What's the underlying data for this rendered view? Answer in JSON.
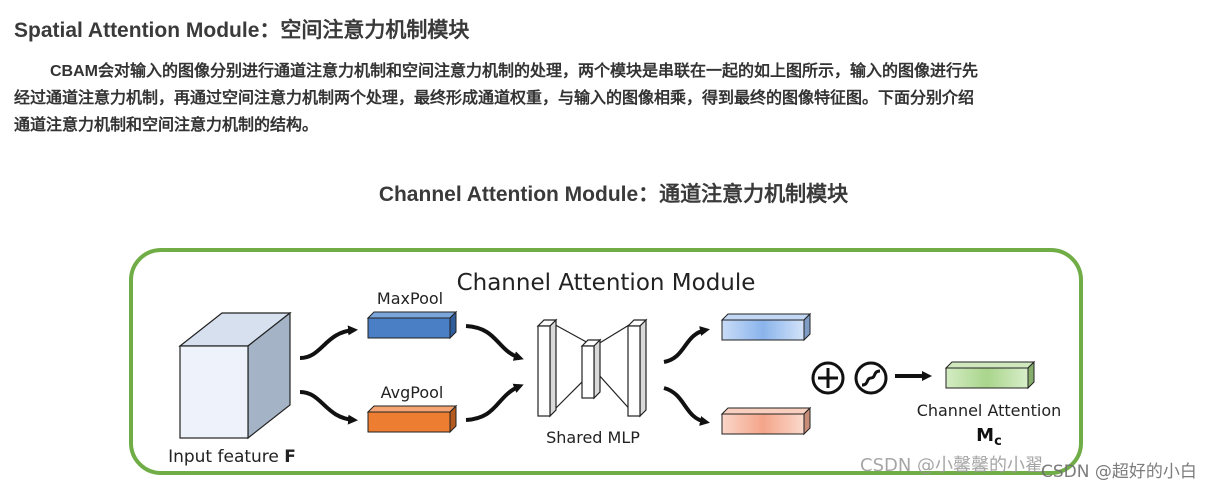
{
  "section_1": {
    "title": "Spatial Attention Module：空间注意力机制模块",
    "paragraph_lines": [
      "CBAM会对输入的图像分别进行通道注意力机制和空间注意力机制的处理，两个模块是串联在一起的如上图所示，输入的图像进行先",
      "经过通道注意力机制，再通过空间注意力机制两个处理，最终形成通道权重，与输入的图像相乘，得到最终的图像特征图。下面分别介绍",
      "通道注意力机制和空间注意力机制的结构。"
    ]
  },
  "section_2": {
    "title": "Channel Attention Module：通道注意力机制模块"
  },
  "figure": {
    "title": "Channel Attention Module",
    "input_label": "Input feature ",
    "input_symbol": "F",
    "maxpool_label": "MaxPool",
    "avgpool_label": "AvgPool",
    "mlp_label": "Shared MLP",
    "output_label": "Channel Attention",
    "output_symbol": "M",
    "output_subscript": "c",
    "plus_symbol": "⊕",
    "colors": {
      "border": "#70ad47",
      "input_cube_front": "#eef3fb",
      "input_cube_top": "#d6e0ef",
      "input_cube_side": "#a5b3c7",
      "maxpool_front": "#4a7fc6",
      "avgpool_front": "#ed7d31",
      "mlp_out_top_front": "#a9c8f0",
      "mlp_out_bottom_front": "#f7b79e",
      "output_front": "#b9dca0"
    }
  },
  "watermarks": {
    "primary": "CSDN @小馨馨的小翟",
    "secondary": "CSDN @超好的小白"
  }
}
